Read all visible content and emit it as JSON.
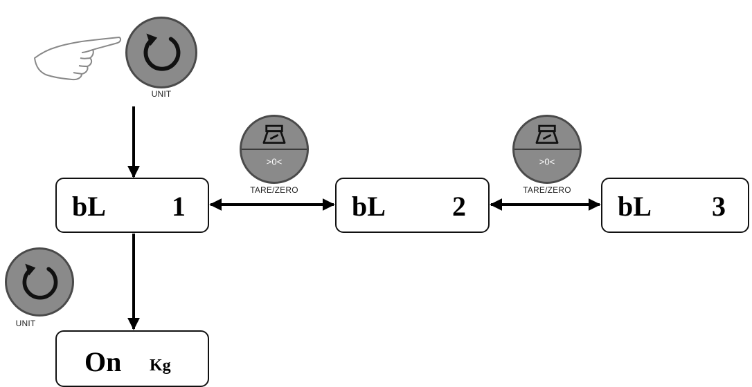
{
  "buttons": {
    "unit_top_caption": "UNIT",
    "unit_left_caption": "UNIT",
    "tare_1_caption": "TARE/ZERO",
    "tare_2_caption": "TARE/ZERO",
    "tare_symbol_text": ">0<",
    "button_fill": "#8a8a8a",
    "button_border": "#4a4a4a"
  },
  "displays": {
    "bl1": {
      "label": "bL",
      "value": "1"
    },
    "bl2": {
      "label": "bL",
      "value": "2"
    },
    "bl3": {
      "label": "bL",
      "value": "3"
    },
    "on": {
      "label": "On",
      "unit": "Kg"
    }
  },
  "icons": {
    "hand": "pointing-hand-icon",
    "unit": "rotate-arrow-icon",
    "tare": "weight-icon"
  }
}
